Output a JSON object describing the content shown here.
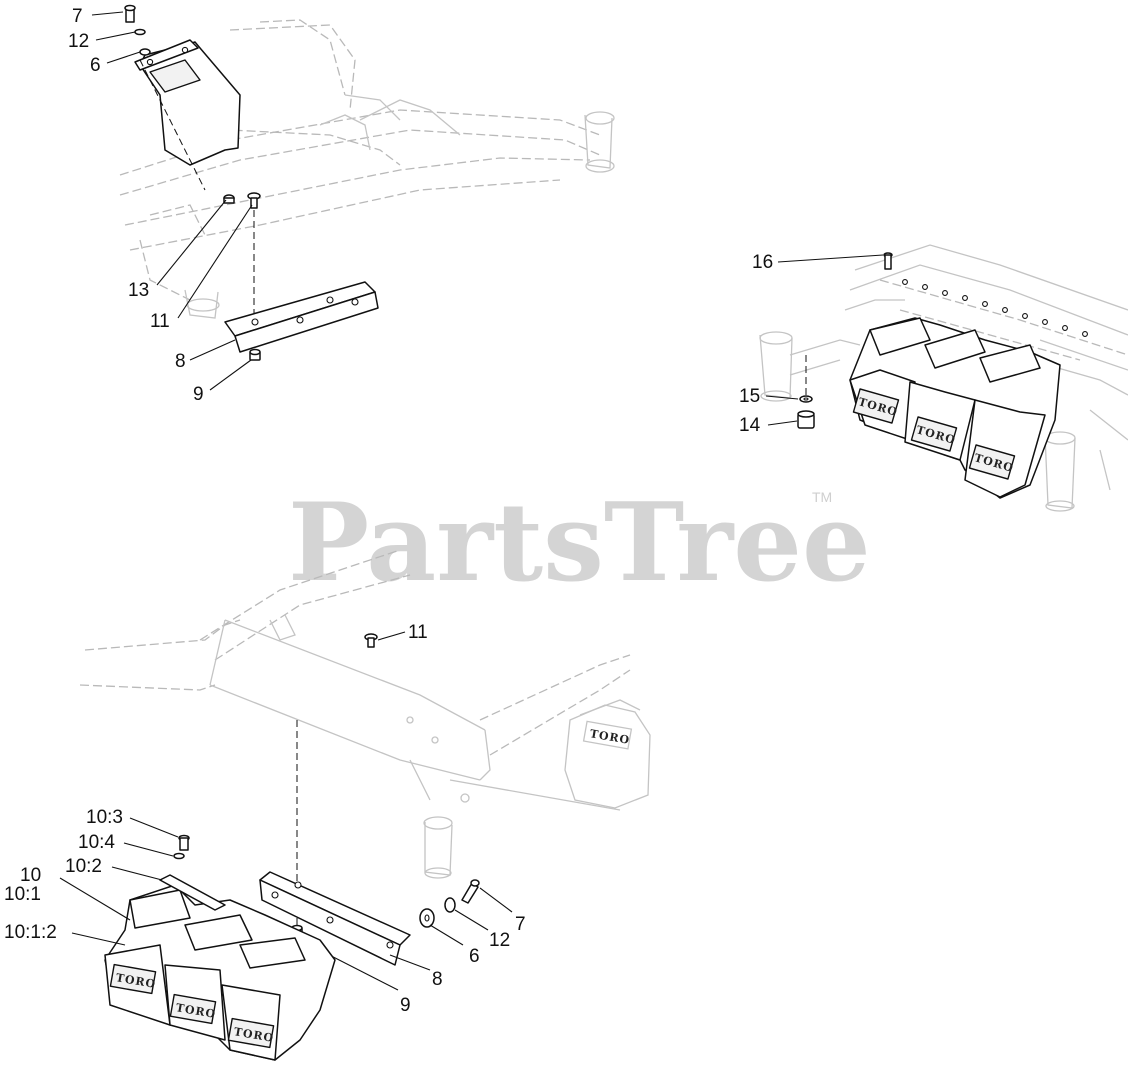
{
  "watermark": {
    "text": "PartsTree",
    "trademark": "TM"
  },
  "callouts": {
    "top_left": [
      {
        "id": "tl-7",
        "label": "7"
      },
      {
        "id": "tl-12",
        "label": "12"
      },
      {
        "id": "tl-6",
        "label": "6"
      },
      {
        "id": "tl-13",
        "label": "13"
      },
      {
        "id": "tl-11",
        "label": "11"
      },
      {
        "id": "tl-8",
        "label": "8"
      },
      {
        "id": "tl-9",
        "label": "9"
      }
    ],
    "top_right": [
      {
        "id": "tr-16",
        "label": "16"
      },
      {
        "id": "tr-15",
        "label": "15"
      },
      {
        "id": "tr-14",
        "label": "14"
      }
    ],
    "bottom": [
      {
        "id": "b-11",
        "label": "11"
      },
      {
        "id": "b-10-3",
        "label": "10:3"
      },
      {
        "id": "b-10-4",
        "label": "10:4"
      },
      {
        "id": "b-10-2",
        "label": "10:2"
      },
      {
        "id": "b-10",
        "label": "10"
      },
      {
        "id": "b-10-1",
        "label": "10:1"
      },
      {
        "id": "b-10-1-2",
        "label": "10:1:2"
      },
      {
        "id": "b-7",
        "label": "7"
      },
      {
        "id": "b-12",
        "label": "12"
      },
      {
        "id": "b-6",
        "label": "6"
      },
      {
        "id": "b-8",
        "label": "8"
      },
      {
        "id": "b-9",
        "label": "9"
      }
    ]
  },
  "weight_logo": "TORO"
}
